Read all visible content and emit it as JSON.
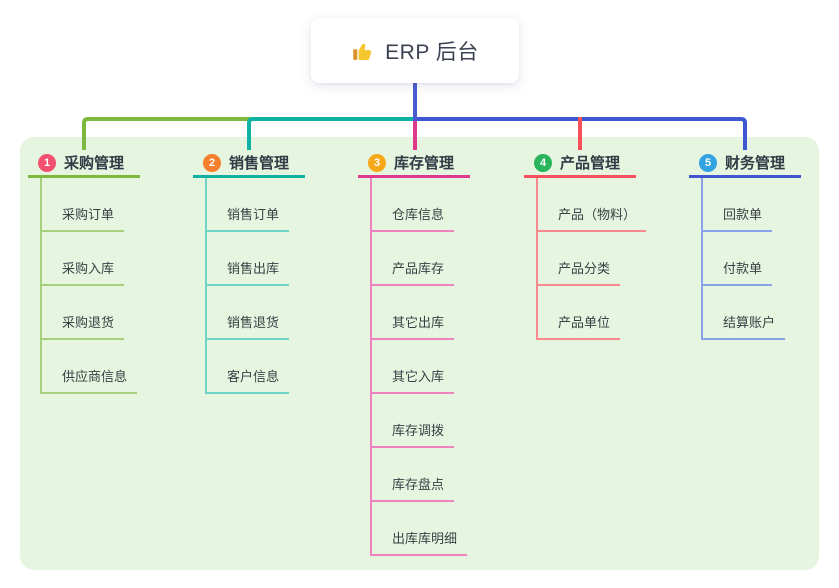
{
  "root": {
    "title": "ERP 后台",
    "icon": "thumbs-up-icon",
    "line_color": "#4a5bd1"
  },
  "panel": {
    "bg_color": "#e6f5e0"
  },
  "branches": [
    {
      "badge": "1",
      "label": "采购管理",
      "badge_color": "#f2506e",
      "line_color": "#7cb93e",
      "light_color": "#a6d07c",
      "children": [
        "采购订单",
        "采购入库",
        "采购退货",
        "供应商信息"
      ]
    },
    {
      "badge": "2",
      "label": "销售管理",
      "badge_color": "#f57f2c",
      "line_color": "#10b3a3",
      "light_color": "#6fd3c6",
      "children": [
        "销售订单",
        "销售出库",
        "销售退货",
        "客户信息"
      ]
    },
    {
      "badge": "3",
      "label": "库存管理",
      "badge_color": "#f7a819",
      "line_color": "#dd3a8e",
      "light_color": "#ef83bd",
      "children": [
        "仓库信息",
        "产品库存",
        "其它出库",
        "其它入库",
        "库存调拨",
        "库存盘点",
        "出库库明细"
      ]
    },
    {
      "badge": "4",
      "label": "产品管理",
      "badge_color": "#2ab55c",
      "line_color": "#f8505a",
      "light_color": "#f9898d",
      "children": [
        "产品（物料）",
        "产品分类",
        "产品单位"
      ]
    },
    {
      "badge": "5",
      "label": "财务管理",
      "badge_color": "#31a3e0",
      "line_color": "#3e56d0",
      "light_color": "#8ba2e8",
      "children": [
        "回款单",
        "付款单",
        "结算账户"
      ]
    }
  ]
}
